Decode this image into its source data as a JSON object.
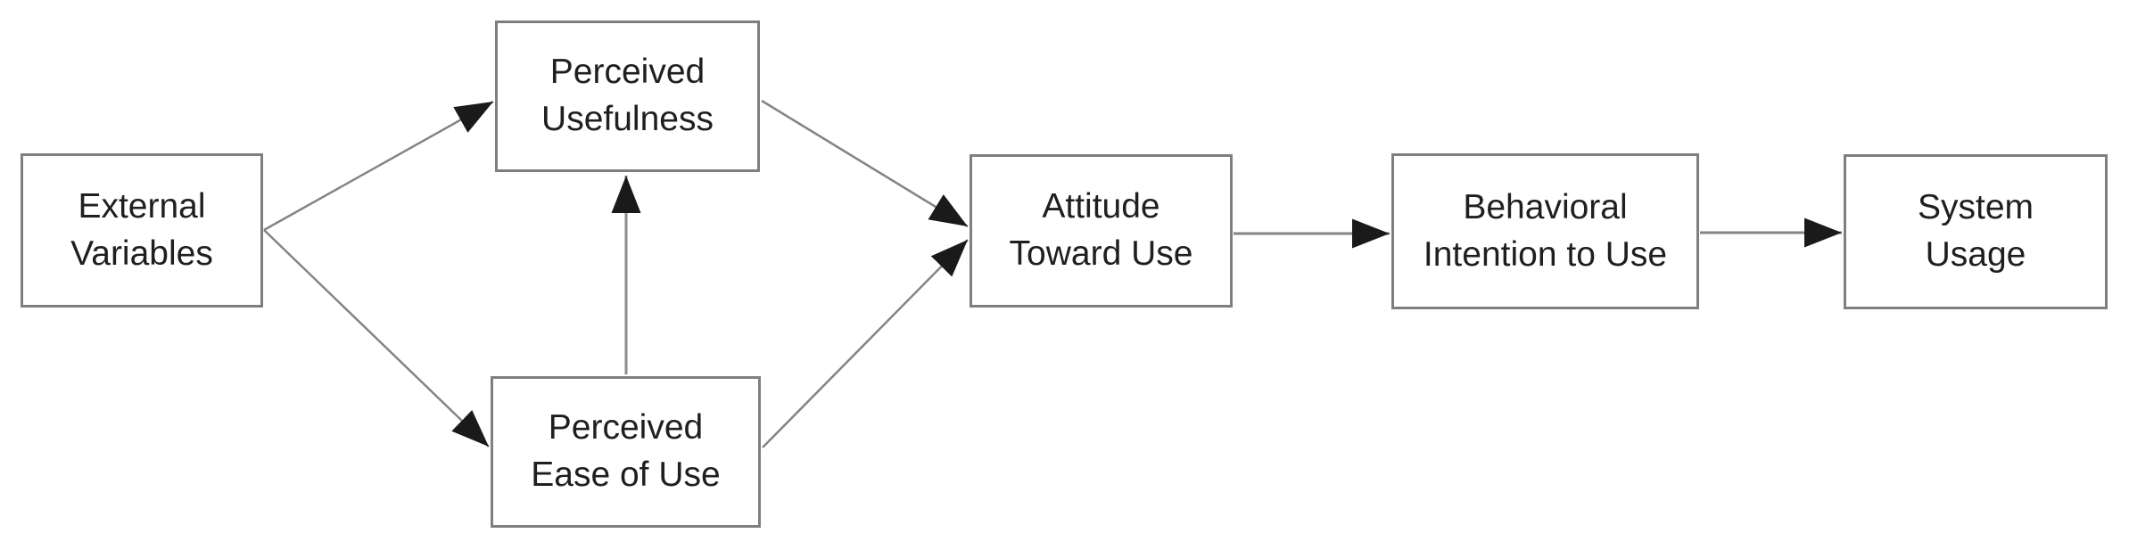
{
  "diagram": {
    "nodes": {
      "external_variables": {
        "label": "External Variables",
        "line1": "External",
        "line2": "Variables"
      },
      "perceived_usefulness": {
        "label": "Perceived Usefulness",
        "line1": "Perceived",
        "line2": "Usefulness"
      },
      "perceived_ease_of_use": {
        "label": "Perceived Ease of Use",
        "line1": "Perceived",
        "line2": "Ease of Use"
      },
      "attitude_toward_use": {
        "label": "Attitude Toward Use",
        "line1": "Attitude",
        "line2": "Toward Use"
      },
      "behavioral_intention_to_use": {
        "label": "Behavioral Intention to Use",
        "line1": "Behavioral",
        "line2": "Intention to Use"
      },
      "system_usage": {
        "label": "System Usage",
        "line1": "System",
        "line2": "Usage"
      }
    },
    "edges": [
      {
        "from": "external_variables",
        "to": "perceived_usefulness"
      },
      {
        "from": "external_variables",
        "to": "perceived_ease_of_use"
      },
      {
        "from": "perceived_ease_of_use",
        "to": "perceived_usefulness"
      },
      {
        "from": "perceived_usefulness",
        "to": "attitude_toward_use"
      },
      {
        "from": "perceived_ease_of_use",
        "to": "attitude_toward_use"
      },
      {
        "from": "attitude_toward_use",
        "to": "behavioral_intention_to_use"
      },
      {
        "from": "behavioral_intention_to_use",
        "to": "system_usage"
      }
    ],
    "colors": {
      "background": "#ffffff",
      "box_border": "#7f7f7f",
      "box_fill": "#ffffff",
      "line": "#848484",
      "arrowhead": "#1a1a1a",
      "text": "#1f1f1f"
    }
  }
}
